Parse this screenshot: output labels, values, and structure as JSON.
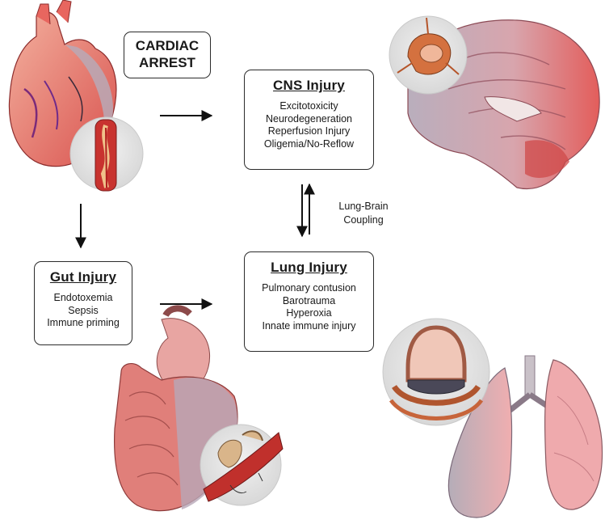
{
  "cardiac": {
    "line1": "CARDIAC",
    "line2": "ARREST"
  },
  "cns": {
    "title": "CNS Injury",
    "items": [
      "Excitotoxicity",
      "Neurodegeneration",
      "Reperfusion Injury",
      "Oligemia/No-Reflow"
    ]
  },
  "lung": {
    "title": "Lung Injury",
    "items": [
      "Pulmonary contusion",
      "Barotrauma",
      "Hyperoxia",
      "Innate immune injury"
    ]
  },
  "gut": {
    "title": "Gut Injury",
    "items": [
      "Endotoxemia",
      "Sepsis",
      "Immune priming"
    ]
  },
  "coupling": {
    "line1": "Lung-Brain",
    "line2": "Coupling"
  },
  "icons": [
    "heart-illustration",
    "artery-inset",
    "brain-illustration",
    "brain-inset",
    "gut-illustration",
    "vessel-inset",
    "lungs-illustration",
    "alveolus-inset"
  ],
  "colors": {
    "organ_red": "#d9534f",
    "tissue_pink": "#f0a8a3",
    "grey_tissue": "#b7a9b5",
    "inset_bg": "#e4e4e4",
    "text": "#1a1a1a"
  }
}
